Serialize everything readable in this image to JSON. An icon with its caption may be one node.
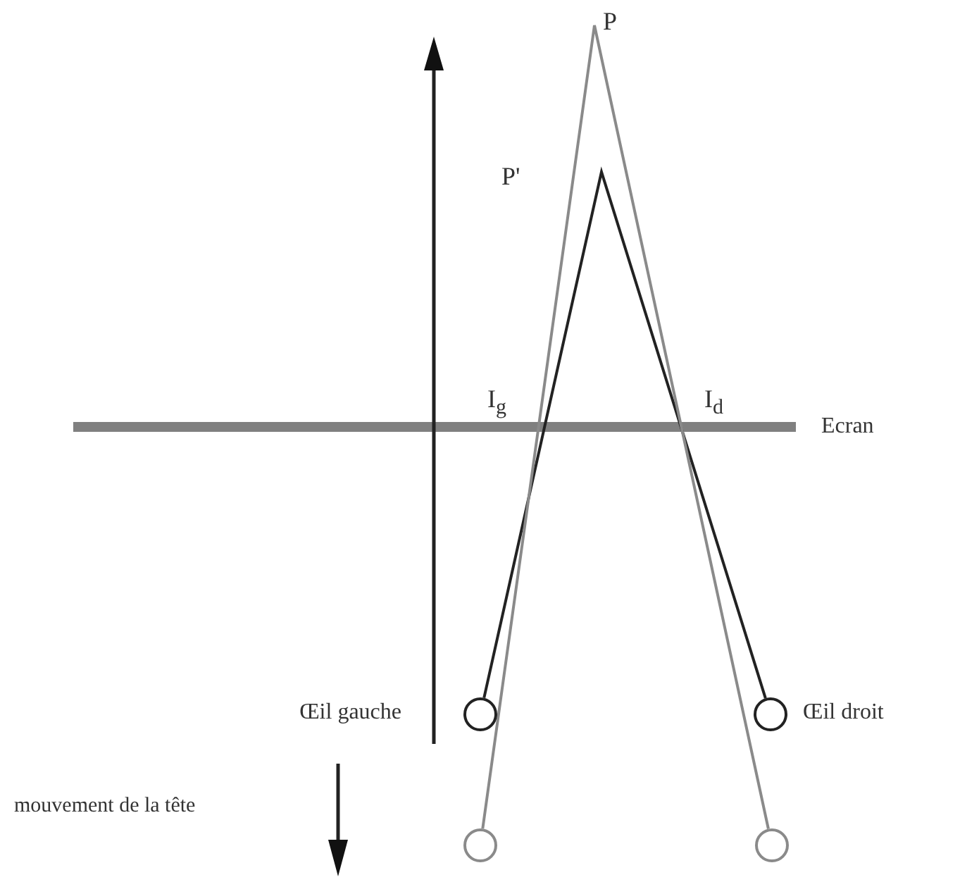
{
  "diagram": {
    "nodes": [
      {
        "text": [],
        "shape": "circle",
        "beside": [
          "Œil gauche"
        ]
      },
      {
        "text": [],
        "shape": "circle",
        "beside": [
          "Œil droit"
        ]
      },
      {
        "text": [],
        "shape": "circle"
      },
      {
        "text": [],
        "shape": "circle"
      }
    ],
    "edges": [
      {
        "from": 0,
        "to": 1,
        "arrow": "none"
      },
      {
        "from": 2,
        "to": 3,
        "arrow": "none",
        "color": "#8a8a8a"
      }
    ],
    "labels": [
      "P",
      "P'",
      "I$_{g}$",
      "I$_{d}$",
      "Ecran",
      "mouvement de la tête"
    ]
  }
}
